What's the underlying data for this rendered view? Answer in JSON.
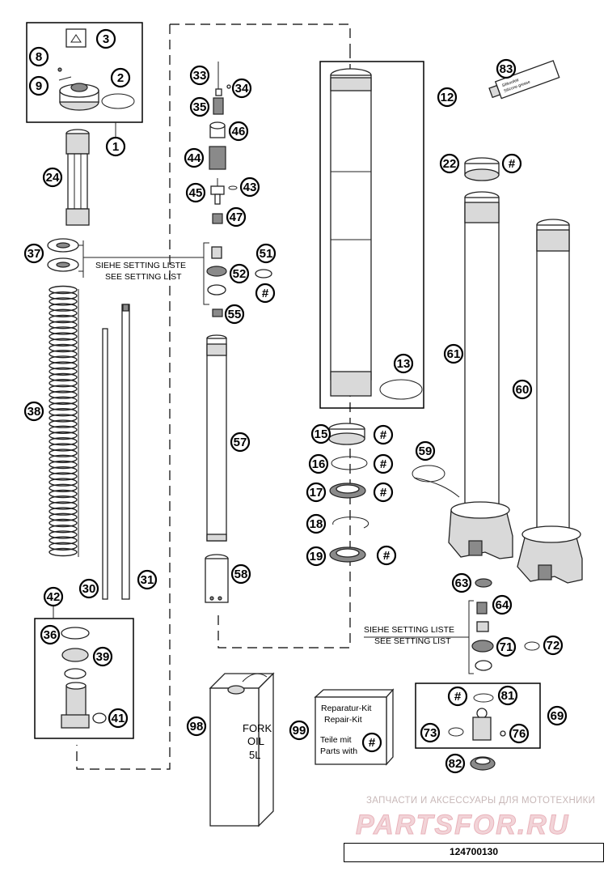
{
  "callouts": [
    {
      "n": "1"
    },
    {
      "n": "2"
    },
    {
      "n": "3"
    },
    {
      "n": "8"
    },
    {
      "n": "9"
    },
    {
      "n": "24"
    },
    {
      "n": "37"
    },
    {
      "n": "38"
    },
    {
      "n": "30"
    },
    {
      "n": "31"
    },
    {
      "n": "42"
    },
    {
      "n": "36"
    },
    {
      "n": "39"
    },
    {
      "n": "41"
    },
    {
      "n": "33"
    },
    {
      "n": "34"
    },
    {
      "n": "35"
    },
    {
      "n": "46"
    },
    {
      "n": "44"
    },
    {
      "n": "45"
    },
    {
      "n": "43"
    },
    {
      "n": "47"
    },
    {
      "n": "51"
    },
    {
      "n": "52"
    },
    {
      "n": "#"
    },
    {
      "n": "55"
    },
    {
      "n": "57"
    },
    {
      "n": "58"
    },
    {
      "n": "12"
    },
    {
      "n": "13"
    },
    {
      "n": "83"
    },
    {
      "n": "22"
    },
    {
      "n": "#"
    },
    {
      "n": "61"
    },
    {
      "n": "60"
    },
    {
      "n": "15"
    },
    {
      "n": "#"
    },
    {
      "n": "16"
    },
    {
      "n": "#"
    },
    {
      "n": "17"
    },
    {
      "n": "#"
    },
    {
      "n": "18"
    },
    {
      "n": "19"
    },
    {
      "n": "#"
    },
    {
      "n": "59"
    },
    {
      "n": "63"
    },
    {
      "n": "64"
    },
    {
      "n": "71"
    },
    {
      "n": "72"
    },
    {
      "n": "#"
    },
    {
      "n": "81"
    },
    {
      "n": "69"
    },
    {
      "n": "73"
    },
    {
      "n": "76"
    },
    {
      "n": "82"
    },
    {
      "n": "98"
    },
    {
      "n": "99"
    },
    {
      "n": "#"
    }
  ],
  "setting_label_1": {
    "line1": "SIEHE SETTING LISTE",
    "line2": "SEE SETTING LIST"
  },
  "setting_label_2": {
    "line1": "SIEHE SETTING LISTE",
    "line2": "SEE SETTING LIST"
  },
  "oil_can": {
    "line1": "FORK",
    "line2": "OIL",
    "line3": "5L"
  },
  "repair_kit": {
    "line1": "Reparatur-Kit",
    "line2": "Repair-Kit",
    "line3": "Teile mit",
    "line4": "Parts with"
  },
  "grease_tube": {
    "line1": "Silikonfett",
    "line2": "Silicone grease"
  },
  "watermark": {
    "tagline": "ЗАПЧАСТИ И АКСЕССУАРЫ ДЛЯ МОТОТЕХНИКИ",
    "brand": "PARTSFOR.RU"
  },
  "diagram_number": "124700130"
}
